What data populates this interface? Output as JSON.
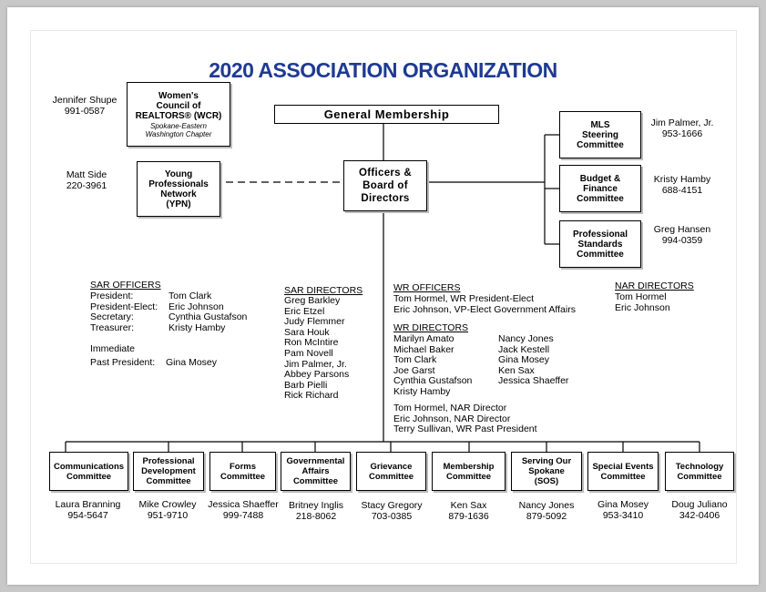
{
  "title": "2020 ASSOCIATION ORGANIZATION",
  "title_color": "#1f3a93",
  "general_membership": "General Membership",
  "officers_board": "Officers &\nBoard of\nDirectors",
  "wcr": {
    "label": "Women's\nCouncil of\nREALTORS® (WCR)",
    "sub": "Spokane-Eastern\nWashington Chapter",
    "contact": "Jennifer Shupe\n991-0587"
  },
  "ypn": {
    "label": "Young\nProfessionals\nNetwork\n(YPN)",
    "contact": "Matt Side\n220-3961"
  },
  "right_committees": [
    {
      "label": "MLS\nSteering\nCommittee",
      "contact": "Jim Palmer, Jr.\n953-1666"
    },
    {
      "label": "Budget &\nFinance\nCommittee",
      "contact": "Kristy Hamby\n688-4151"
    },
    {
      "label": "Professional\nStandards\nCommittee",
      "contact": "Greg Hansen\n994-0359"
    }
  ],
  "sar_officers": {
    "heading": "SAR OFFICERS",
    "roles": "President:\nPresident-Elect:\nSecretary:\nTreasurer:",
    "names": "Tom Clark\nEric Johnson\nCynthia Gustafson\nKristy Hamby",
    "immediate": "Immediate",
    "past_role": "Past President:",
    "past_name": "Gina Mosey"
  },
  "sar_directors": {
    "heading": "SAR DIRECTORS",
    "names": "Greg Barkley\nEric Etzel\nJudy Flemmer\nSara Houk\nRon McIntire\nPam Novell\nJim Palmer, Jr.\nAbbey Parsons\nBarb Pielli\nRick Richard"
  },
  "wr_officers": {
    "heading": "WR OFFICERS",
    "names": "Tom Hormel, WR President-Elect\nEric Johnson, VP-Elect Government Affairs"
  },
  "wr_directors": {
    "heading": "WR DIRECTORS",
    "col1": "Marilyn Amato\nMichael Baker\nTom Clark\nJoe Garst\nCynthia Gustafson\nKristy Hamby",
    "col2": "Nancy Jones\nJack Kestell\nGina Mosey\nKen Sax\nJessica Shaeffer",
    "extra": "Tom Hormel, NAR Director\nEric Johnson, NAR Director\nTerry Sullivan, WR Past President"
  },
  "nar_directors": {
    "heading": "NAR DIRECTORS",
    "names": "Tom Hormel\nEric Johnson"
  },
  "bottom_committees": [
    {
      "label": "Communications\nCommittee",
      "contact": "Laura Branning\n954-5647"
    },
    {
      "label": "Professional\nDevelopment\nCommittee",
      "contact": "Mike Crowley\n951-9710"
    },
    {
      "label": "Forms\nCommittee",
      "contact": "Jessica Shaeffer\n999-7488"
    },
    {
      "label": "Governmental\nAffairs\nCommittee",
      "contact": "Britney Inglis\n218-8062"
    },
    {
      "label": "Grievance\nCommittee",
      "contact": "Stacy Gregory\n703-0385"
    },
    {
      "label": "Membership\nCommittee",
      "contact": "Ken Sax\n879-1636"
    },
    {
      "label": "Serving Our\nSpokane\n(SOS)",
      "contact": "Nancy Jones\n879-5092"
    },
    {
      "label": "Special Events\nCommittee",
      "contact": "Gina Mosey\n953-3410"
    },
    {
      "label": "Technology\nCommittee",
      "contact": "Doug Juliano\n342-0406"
    }
  ]
}
